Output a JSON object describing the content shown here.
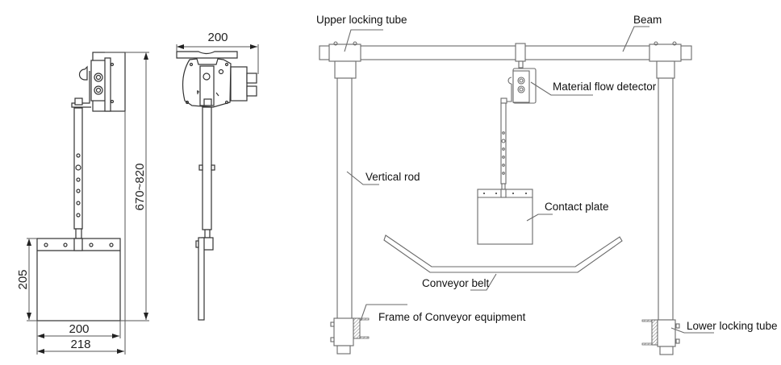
{
  "diagram": {
    "title": "Material flow detector installation drawing",
    "front_view": {
      "dimensions": {
        "height_range": "670~820",
        "plate_height": "205",
        "plate_width": "200",
        "overall_width": "218"
      }
    },
    "side_view": {
      "dimensions": {
        "top_width": "200"
      }
    },
    "installation_view": {
      "labels": {
        "upper_locking_tube": "Upper locking tube",
        "beam": "Beam",
        "material_flow_detector": "Material flow detector",
        "vertical_rod": "Vertical rod",
        "contact_plate": "Contact plate",
        "conveyor_belt": "Conveyor belt",
        "frame": "Frame of Conveyor equipment",
        "lower_locking_tube": "Lower locking tube"
      }
    },
    "colors": {
      "line": "#333333",
      "background": "#ffffff"
    }
  }
}
